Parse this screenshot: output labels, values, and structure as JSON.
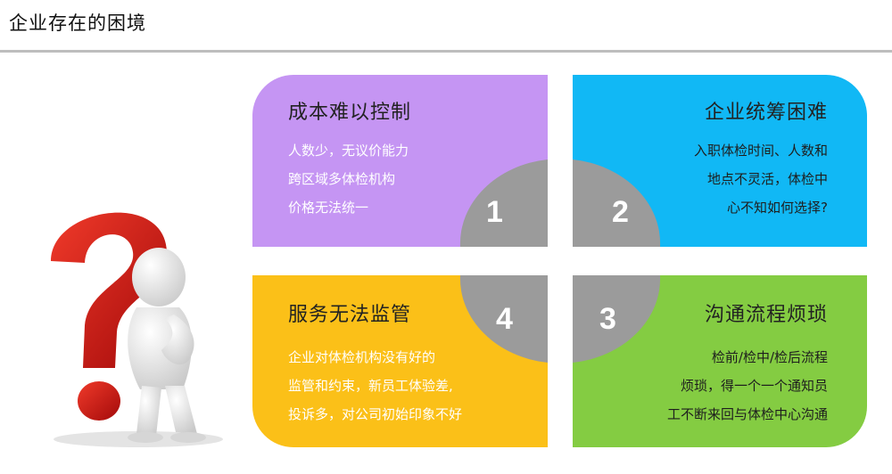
{
  "page": {
    "title": "企业存在的困境"
  },
  "cards": [
    {
      "num": "1",
      "title": "成本难以控制",
      "lines": [
        "人数少，无议价能力",
        "跨区域多体检机构",
        "价格无法统一"
      ]
    },
    {
      "num": "2",
      "title": "企业统筹困难",
      "lines": [
        "入职体检时间、人数和",
        "地点不灵活，体检中",
        "心不知如何选择?"
      ]
    },
    {
      "num": "3",
      "title": "沟通流程烦琐",
      "lines": [
        "检前/检中/检后流程",
        "烦琐，得一个一个通知员",
        "工不断来回与体检中心沟通"
      ]
    },
    {
      "num": "4",
      "title": "服务无法监管",
      "lines": [
        "企业对体检机构没有好的",
        "监管和约束，新员工体验差,",
        "投诉多，对公司初始印象不好"
      ]
    }
  ],
  "colors": {
    "card_1": "#c595f3",
    "card_2": "#11b8f5",
    "card_3": "#84cc42",
    "card_4": "#fbc018",
    "center_circle": "#9b9b9b",
    "question_mark": "#d11010"
  },
  "icons": {
    "illustration": "thinking-person-with-question-mark"
  }
}
